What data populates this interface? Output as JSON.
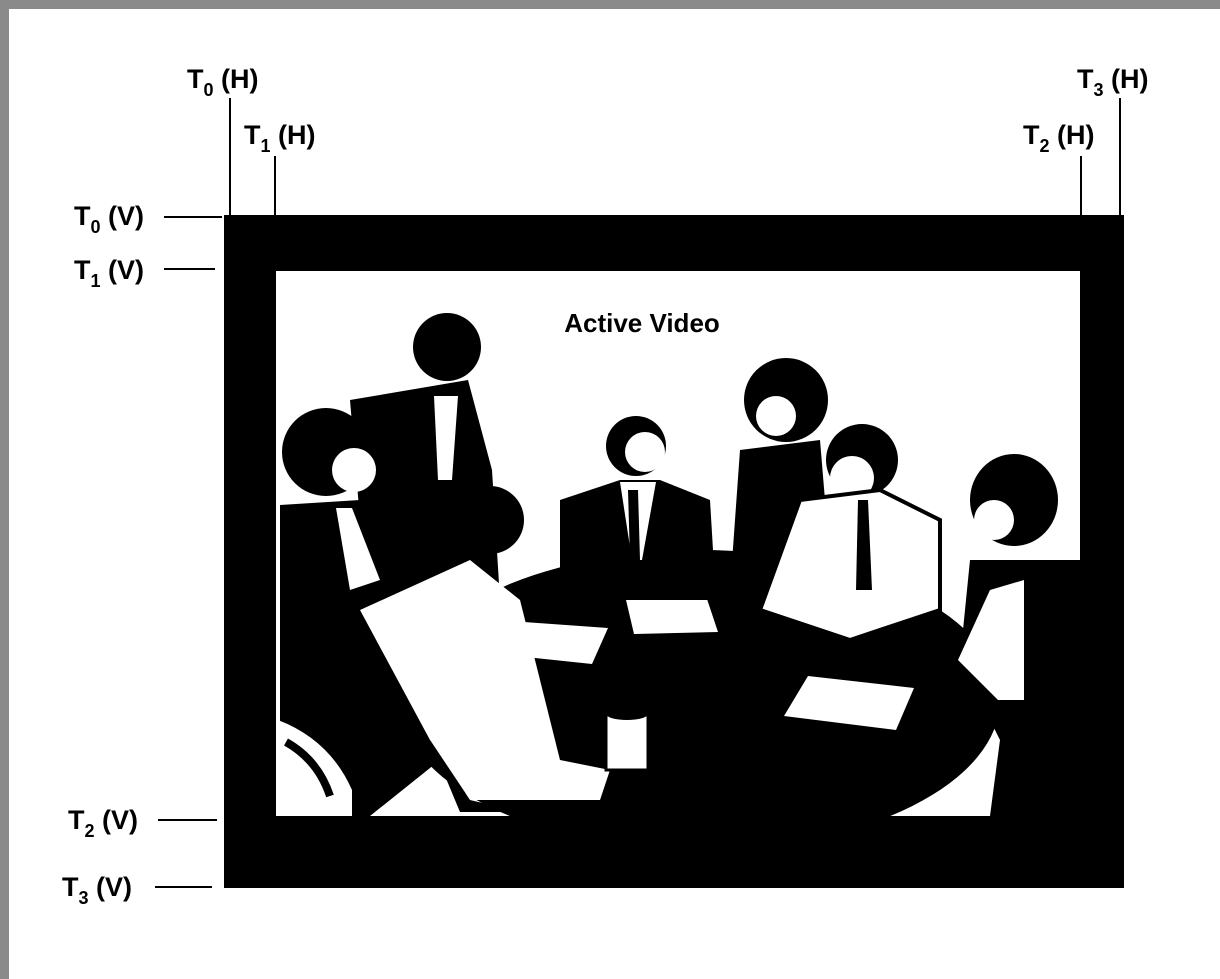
{
  "colors": {
    "frame": "#000000",
    "background": "#ffffff",
    "outer_border": "#8a8a8a"
  },
  "active_video_label": "Active Video",
  "horizontal_markers": [
    {
      "id": "t0h",
      "letter": "T",
      "sub": "0",
      "suffix": " (H)"
    },
    {
      "id": "t1h",
      "letter": "T",
      "sub": "1",
      "suffix": " (H)"
    },
    {
      "id": "t2h",
      "letter": "T",
      "sub": "2",
      "suffix": " (H)"
    },
    {
      "id": "t3h",
      "letter": "T",
      "sub": "3",
      "suffix": " (H)"
    }
  ],
  "vertical_markers": [
    {
      "id": "t0v",
      "letter": "T",
      "sub": "0",
      "suffix": " (V)"
    },
    {
      "id": "t1v",
      "letter": "T",
      "sub": "1",
      "suffix": " (V)"
    },
    {
      "id": "t2v",
      "letter": "T",
      "sub": "2",
      "suffix": " (V)"
    },
    {
      "id": "t3v",
      "letter": "T",
      "sub": "3",
      "suffix": " (V)"
    }
  ],
  "illustration": "meeting-silhouette"
}
